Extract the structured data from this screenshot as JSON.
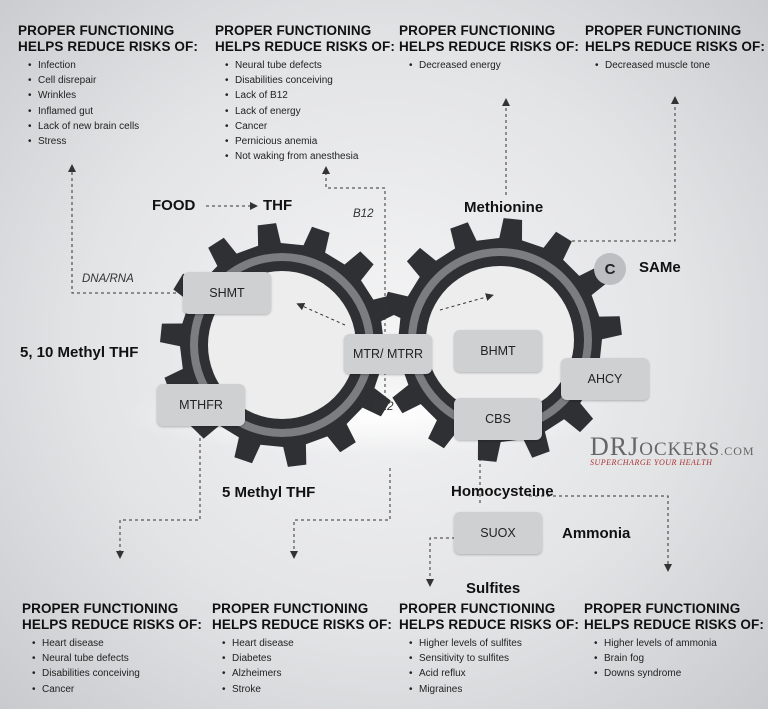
{
  "panels_top": [
    {
      "title": "PROPER FUNCTIONING\nHELPS REDUCE RISKS OF:",
      "items": [
        "Infection",
        "Cell disrepair",
        "Wrinkles",
        "Inflamed gut",
        "Lack of new brain cells",
        "Stress"
      ]
    },
    {
      "title": "PROPER FUNCTIONING\nHELPS REDUCE RISKS OF:",
      "items": [
        "Neural tube defects",
        "Disabilities conceiving",
        "Lack of B12",
        "Lack of energy",
        "Cancer",
        "Pernicious anemia",
        "Not waking from anesthesia"
      ]
    },
    {
      "title": "PROPER FUNCTIONING\nHELPS REDUCE RISKS OF:",
      "items": [
        "Decreased energy"
      ]
    },
    {
      "title": "PROPER FUNCTIONING\nHELPS REDUCE RISKS OF:",
      "items": [
        "Decreased muscle tone"
      ]
    }
  ],
  "panels_bottom": [
    {
      "title": "PROPER FUNCTIONING\nHELPS REDUCE RISKS OF:",
      "items": [
        "Heart disease",
        "Neural tube defects",
        "Disabilities conceiving",
        "Cancer"
      ]
    },
    {
      "title": "PROPER FUNCTIONING\nHELPS REDUCE RISKS OF:",
      "items": [
        "Heart disease",
        "Diabetes",
        "Alzheimers",
        "Stroke"
      ]
    },
    {
      "title": "PROPER FUNCTIONING\nHELPS REDUCE RISKS OF:",
      "items": [
        "Higher levels of sulfites",
        "Sensitivity to sulfites",
        "Acid reflux",
        "Migraines"
      ]
    },
    {
      "title": "PROPER FUNCTIONING\nHELPS REDUCE RISKS OF:",
      "items": [
        "Higher levels of ammonia",
        "Brain fog",
        "Downs syndrome"
      ]
    }
  ],
  "labels": {
    "food": "FOOD",
    "thf": "THF",
    "methionine": "Methionine",
    "same": "SAMe",
    "c_symbol": "C",
    "methyl_510": "5, 10 Methyl THF",
    "methyl_5": "5 Methyl THF",
    "homocysteine": "Homocysteine",
    "ammonia": "Ammonia",
    "sulfites": "Sulfites",
    "dna_rna": "DNA/RNA",
    "b12_top": "B12",
    "b12_bottom": "B12"
  },
  "enzymes": {
    "shmt": "SHMT",
    "mthfr": "MTHFR",
    "mtr_mtrr": "MTR/ MTRR",
    "bhmt": "BHMT",
    "ahcy": "AHCY",
    "cbs": "CBS",
    "suox": "SUOX"
  },
  "logo": {
    "dr": "DR",
    "jockers_j": "J",
    "jockers_rest": "OCKERS",
    "com": ".COM",
    "tagline": "SUPERCHARGE YOUR HEALTH"
  },
  "colors": {
    "gear_dark": "#2f3033",
    "gear_light": "#7b7d80",
    "box_fill": "#cfd0d2",
    "logo_accent": "#a33333"
  }
}
